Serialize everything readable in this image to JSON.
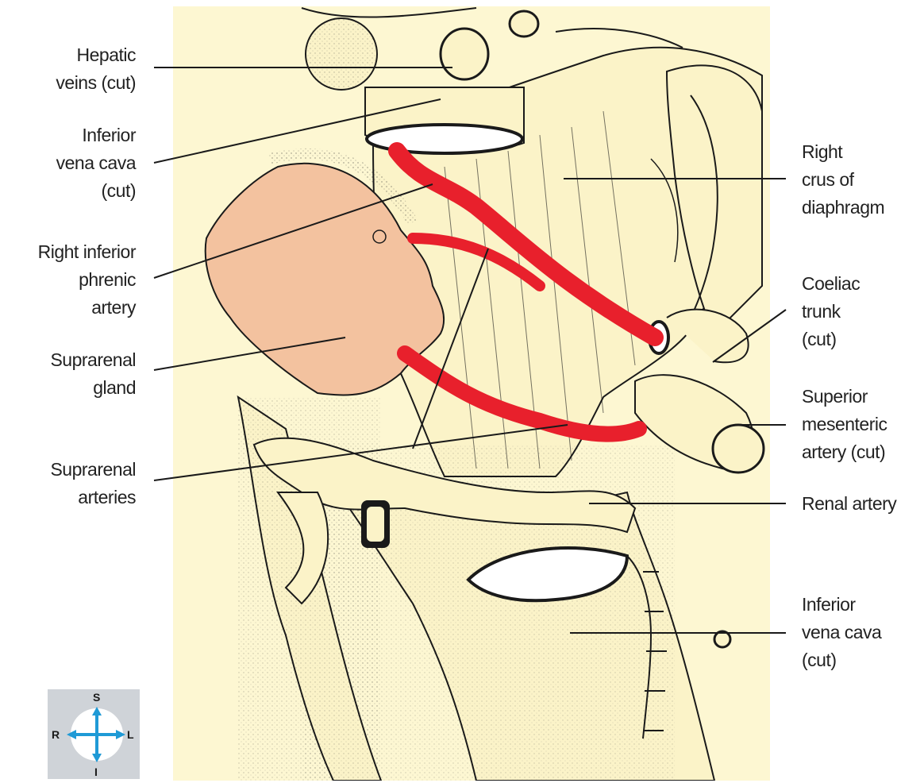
{
  "colors": {
    "background": "#fdf7d2",
    "artery": "#e8202c",
    "gland": "#f3c29f",
    "ink": "#1a1a1a",
    "compass_bg": "#cfd3d8",
    "compass_arrow": "#1f9ad6"
  },
  "labels": {
    "hepatic_veins": "Hepatic\nveins (cut)",
    "ivc_top": "Inferior\nvena cava\n(cut)",
    "right_inferior_phrenic": "Right inferior\nphrenic\nartery",
    "suprarenal_gland": "Suprarenal\ngland",
    "suprarenal_arteries": "Suprarenal\narteries",
    "right_crus": "Right\ncrus of\ndiaphragm",
    "coeliac_trunk": "Coeliac\ntrunk\n(cut)",
    "superior_mesenteric": "Superior\nmesenteric\nartery (cut)",
    "renal_artery": "Renal artery",
    "ivc_bottom": "Inferior\nvena cava\n(cut)"
  },
  "orientation": {
    "superior": "S",
    "inferior": "I",
    "right": "R",
    "left": "L"
  }
}
